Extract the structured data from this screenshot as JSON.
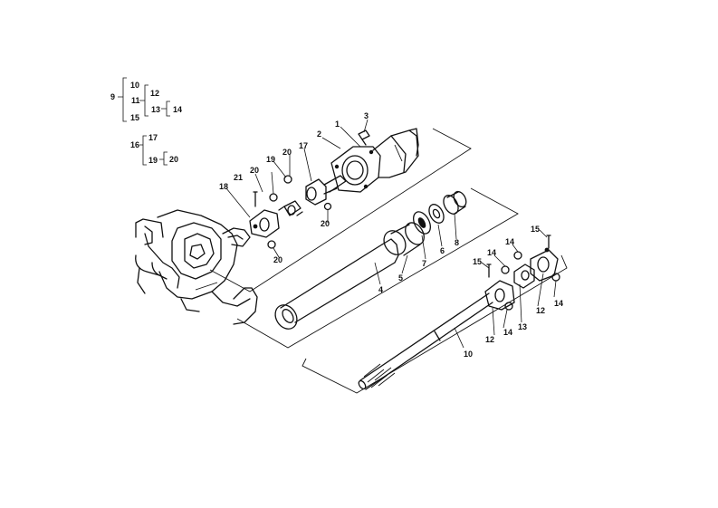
{
  "legend": {
    "group_a": {
      "parent": "9",
      "children": [
        "10",
        "11",
        "15"
      ],
      "sub_parent": "11",
      "sub_children": [
        "12",
        "13"
      ],
      "sub_sub_parent": "13",
      "sub_sub_child": "14"
    },
    "group_b": {
      "parent": "16",
      "children": [
        "17",
        "19"
      ],
      "sub_parent": "19",
      "sub_child": "20"
    }
  },
  "callouts": {
    "c1": "1",
    "c2": "2",
    "c3": "3",
    "c4": "4",
    "c5": "5",
    "c6": "6",
    "c7": "7",
    "c8": "8",
    "c10": "10",
    "c12a": "12",
    "c12b": "12",
    "c13": "13",
    "c14a": "14",
    "c14b": "14",
    "c14c": "14",
    "c14d": "14",
    "c15a": "15",
    "c15b": "15",
    "c17": "17",
    "c18": "18",
    "c19": "19",
    "c20a": "20",
    "c20b": "20",
    "c20c": "20",
    "c21": "21"
  }
}
